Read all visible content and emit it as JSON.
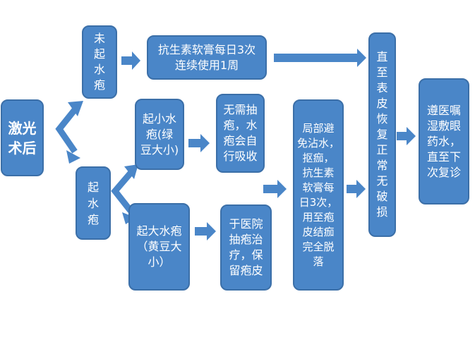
{
  "colors": {
    "box_fill": "#4a86c8",
    "box_border": "#3b6fa8",
    "text": "#ffffff"
  },
  "nodes": {
    "post_laser": "激光\n术后",
    "no_blister": "未\n起\n水\n疱",
    "ointment_week": "抗生素软膏每日3次\n连续使用1周",
    "blister": "起\n水\n疱",
    "small_blister": "起小水\n疱(绿\n豆大小)",
    "self_absorb": "无需抽\n疱，水\n疱会自\n行吸收",
    "large_blister": "起大水疱\n（黄豆大\n小）",
    "hospital_drain": "于医院\n抽疱治\n疗，保\n留疱皮",
    "local_care": "局部避\n免沾水，\n抠痂，\n抗生素\n软膏每\n日3次，\n用至疱\n皮结痂\n完全脱\n落",
    "until_heal": "直\n至\n表\n皮\n恢\n复\n正\n常\n无\n破\n损",
    "follow_up": "遵医嘱\n湿敷眼\n药水，\n直至下\n次复诊"
  }
}
